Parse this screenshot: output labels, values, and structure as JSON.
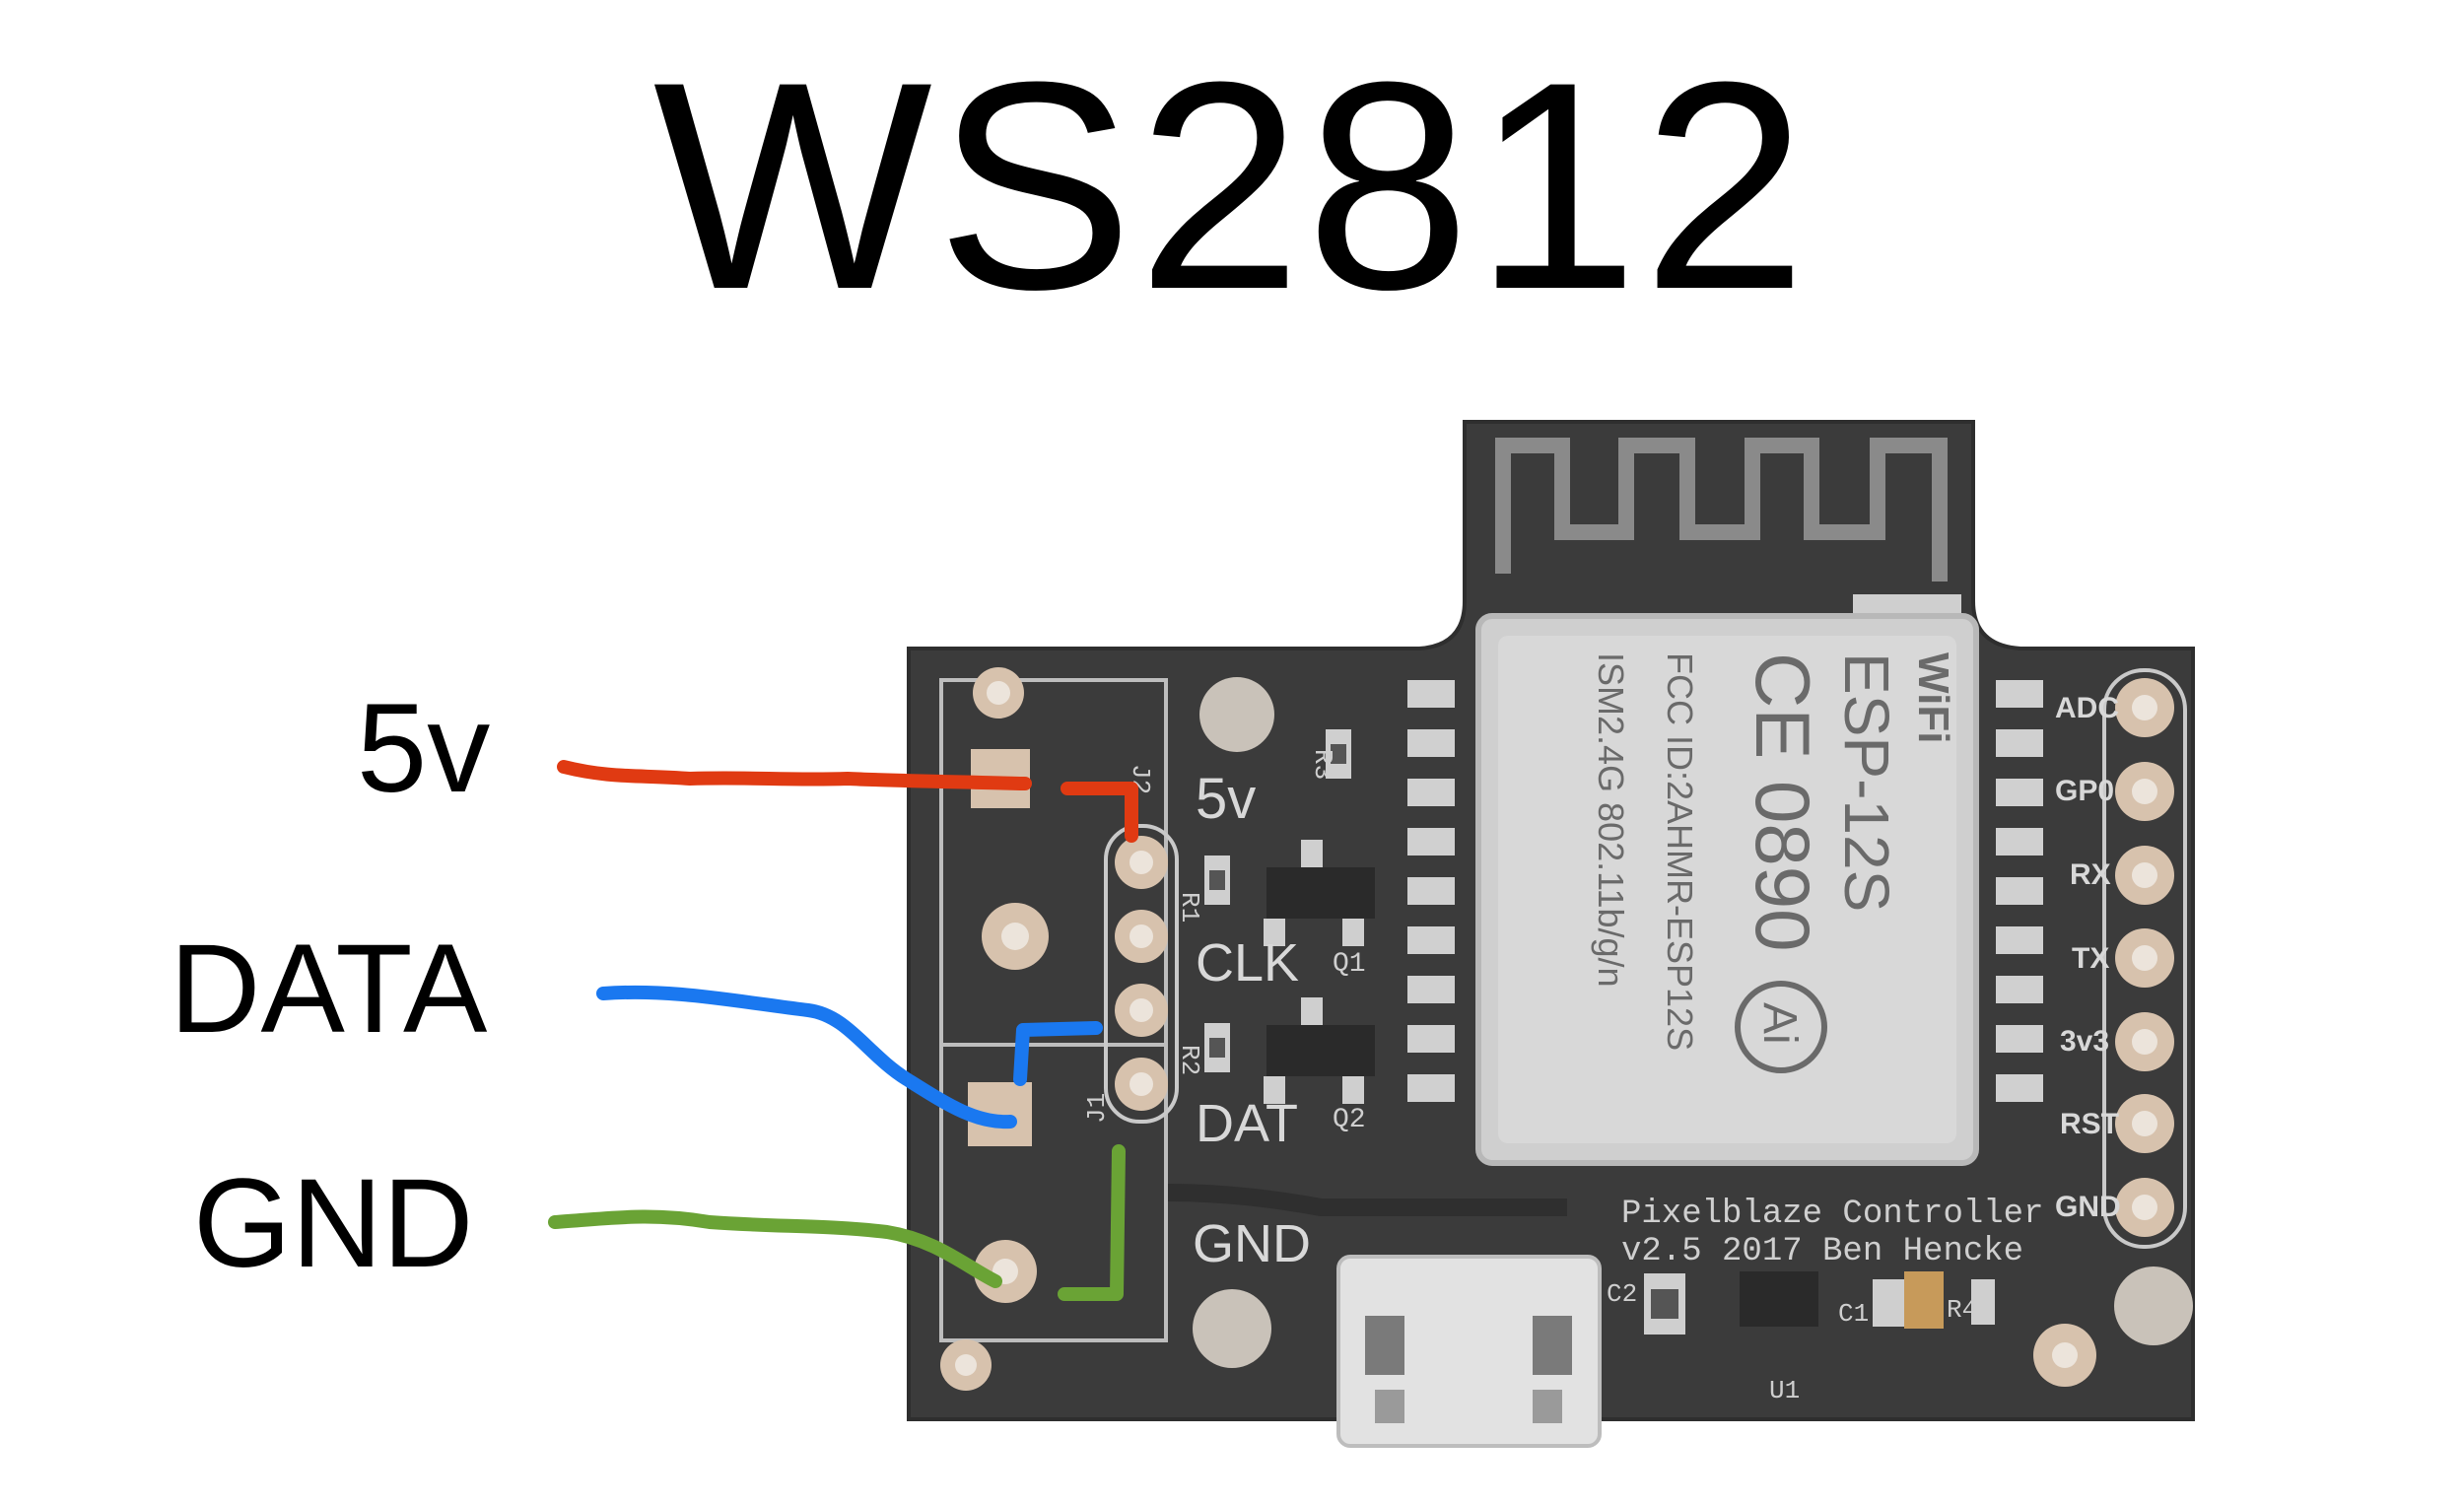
{
  "title": "WS2812",
  "labels": {
    "v5": "5v",
    "data": "DATA",
    "gnd": "GND"
  },
  "board": {
    "silk_5v": "5v",
    "silk_clk": "CLK",
    "silk_dat": "DAT",
    "silk_gnd": "GND",
    "silk_j1": "J1",
    "silk_j2": "J2",
    "silk_r1": "R1",
    "silk_r2": "R2",
    "silk_r3": "R3",
    "silk_r4": "R4",
    "silk_q1": "Q1",
    "silk_q2": "Q2",
    "silk_c1": "C1",
    "silk_c2": "C2",
    "silk_u1": "U1",
    "pin_labels": [
      "ADC",
      "GP0",
      "RX",
      "TX",
      "3v3",
      "RST",
      "GND"
    ],
    "credit_line1": "Pixelblaze Controller",
    "credit_line2": "v2.5  2017  Ben Hencke",
    "module": {
      "brand": "WiFi",
      "model": "ESP-12S",
      "ce": "CE 0890",
      "fcc": "FCC ID:2AHMR-ESP12S",
      "ism": "ISM2.4G  802.11b/g/n",
      "ai_logo": "Ai"
    }
  },
  "colors": {
    "wire_5v": "#e03a12",
    "wire_data": "#1a78f0",
    "wire_gnd": "#6aa335",
    "board": "#3b3b3b",
    "pad": "#d7c2ad",
    "module_shield": "#cfcfcf"
  }
}
